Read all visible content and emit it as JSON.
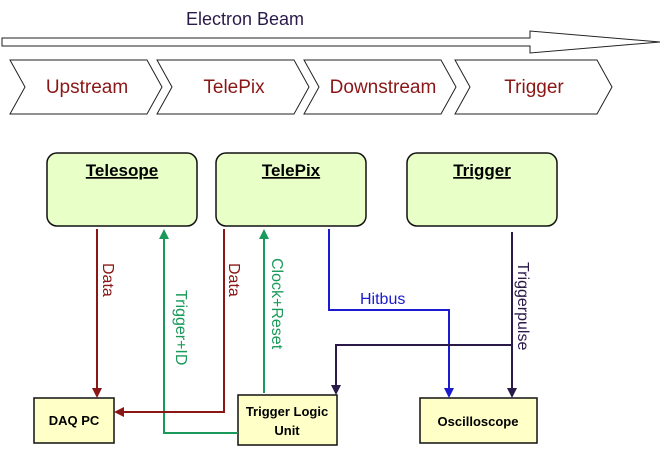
{
  "beam": {
    "label": "Electron Beam"
  },
  "stages": [
    "Upstream",
    "TelePix",
    "Downstream",
    "Trigger"
  ],
  "boxes": {
    "telescope": "Telesope",
    "telepix": "TelePix",
    "trigger": "Trigger",
    "daq_pc": "DAQ PC",
    "tlu_line1": "Trigger Logic",
    "tlu_line2": "Unit",
    "oscilloscope": "Oscilloscope"
  },
  "signals": {
    "data_telescope": "Data",
    "trigger_id": "Trigger+ID",
    "data_telepix": "Data",
    "clock_reset": "Clock+Reset",
    "hitbus": "Hitbus",
    "triggerpulse": "Triggerpulse"
  },
  "colors": {
    "data": "#8b1616",
    "trigger_id": "#1a9a5a",
    "hitbus": "#1a1ad0",
    "triggerpulse": "#2a1a4a",
    "box_fill": "#e8ffc8",
    "small_box_fill": "#ffffc8"
  }
}
